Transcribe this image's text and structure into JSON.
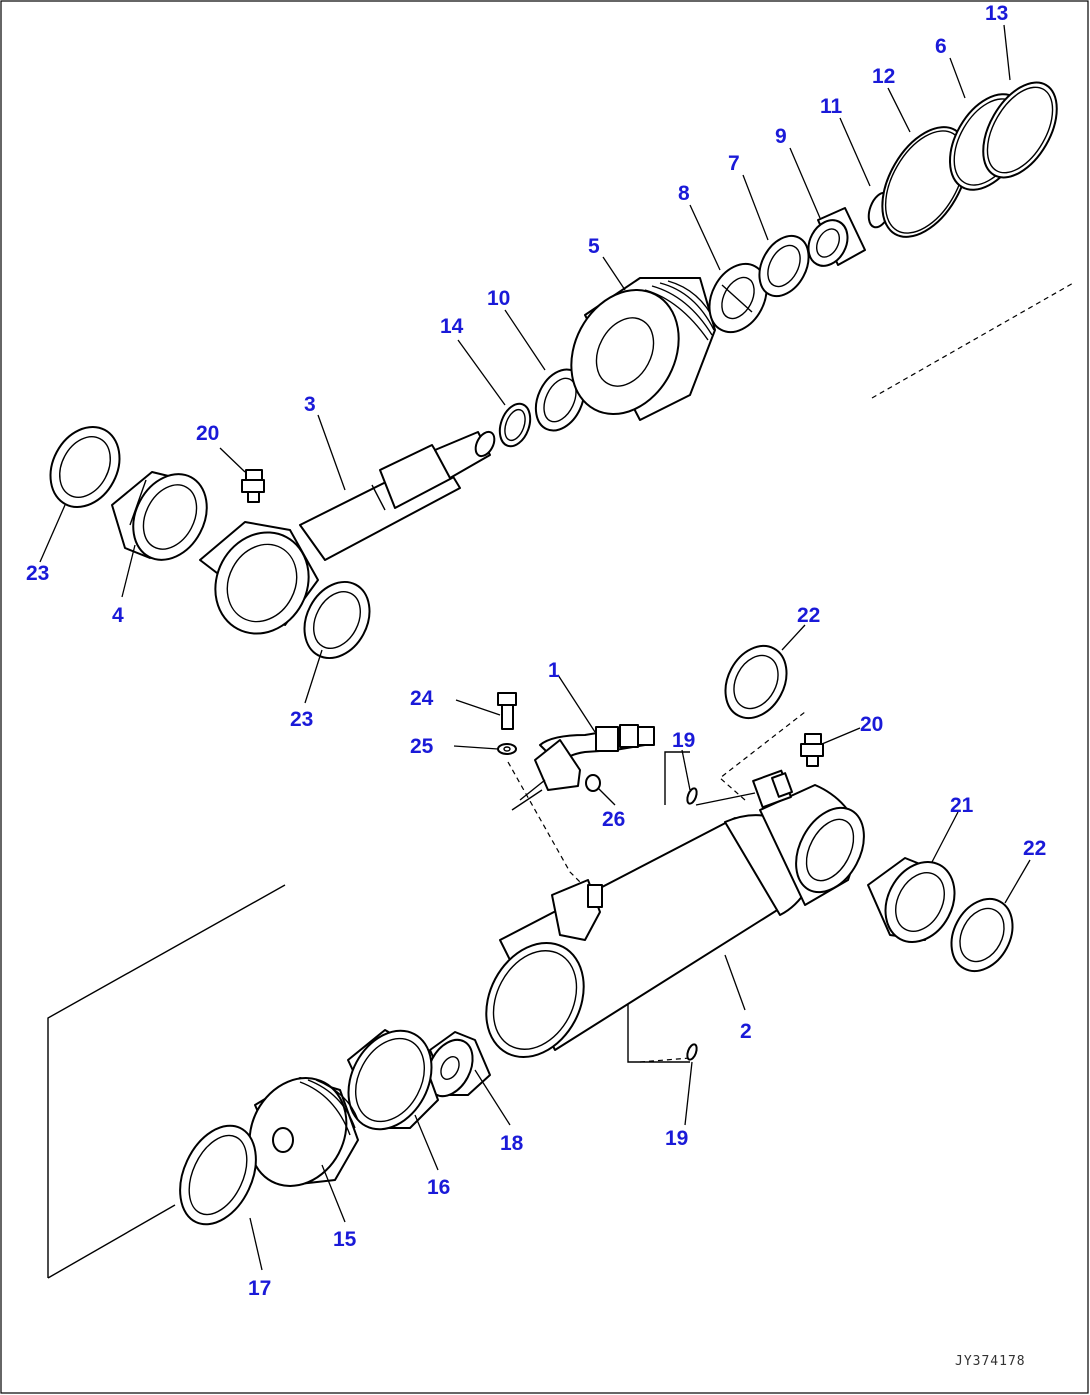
{
  "drawing_code": "JY374178",
  "callouts": [
    {
      "id": "p1",
      "label": "1"
    },
    {
      "id": "p2",
      "label": "2"
    },
    {
      "id": "p3",
      "label": "3"
    },
    {
      "id": "p4",
      "label": "4"
    },
    {
      "id": "p5",
      "label": "5"
    },
    {
      "id": "p6",
      "label": "6"
    },
    {
      "id": "p7",
      "label": "7"
    },
    {
      "id": "p8",
      "label": "8"
    },
    {
      "id": "p9",
      "label": "9"
    },
    {
      "id": "p10",
      "label": "10"
    },
    {
      "id": "p11",
      "label": "11"
    },
    {
      "id": "p12",
      "label": "12"
    },
    {
      "id": "p13",
      "label": "13"
    },
    {
      "id": "p14",
      "label": "14"
    },
    {
      "id": "p15",
      "label": "15"
    },
    {
      "id": "p16",
      "label": "16"
    },
    {
      "id": "p17",
      "label": "17"
    },
    {
      "id": "p18",
      "label": "18"
    },
    {
      "id": "p19a",
      "label": "19"
    },
    {
      "id": "p19b",
      "label": "19"
    },
    {
      "id": "p20a",
      "label": "20"
    },
    {
      "id": "p20b",
      "label": "20"
    },
    {
      "id": "p21",
      "label": "21"
    },
    {
      "id": "p22a",
      "label": "22"
    },
    {
      "id": "p22b",
      "label": "22"
    },
    {
      "id": "p23a",
      "label": "23"
    },
    {
      "id": "p23b",
      "label": "23"
    },
    {
      "id": "p24",
      "label": "24"
    },
    {
      "id": "p25",
      "label": "25"
    },
    {
      "id": "p26",
      "label": "26"
    }
  ]
}
